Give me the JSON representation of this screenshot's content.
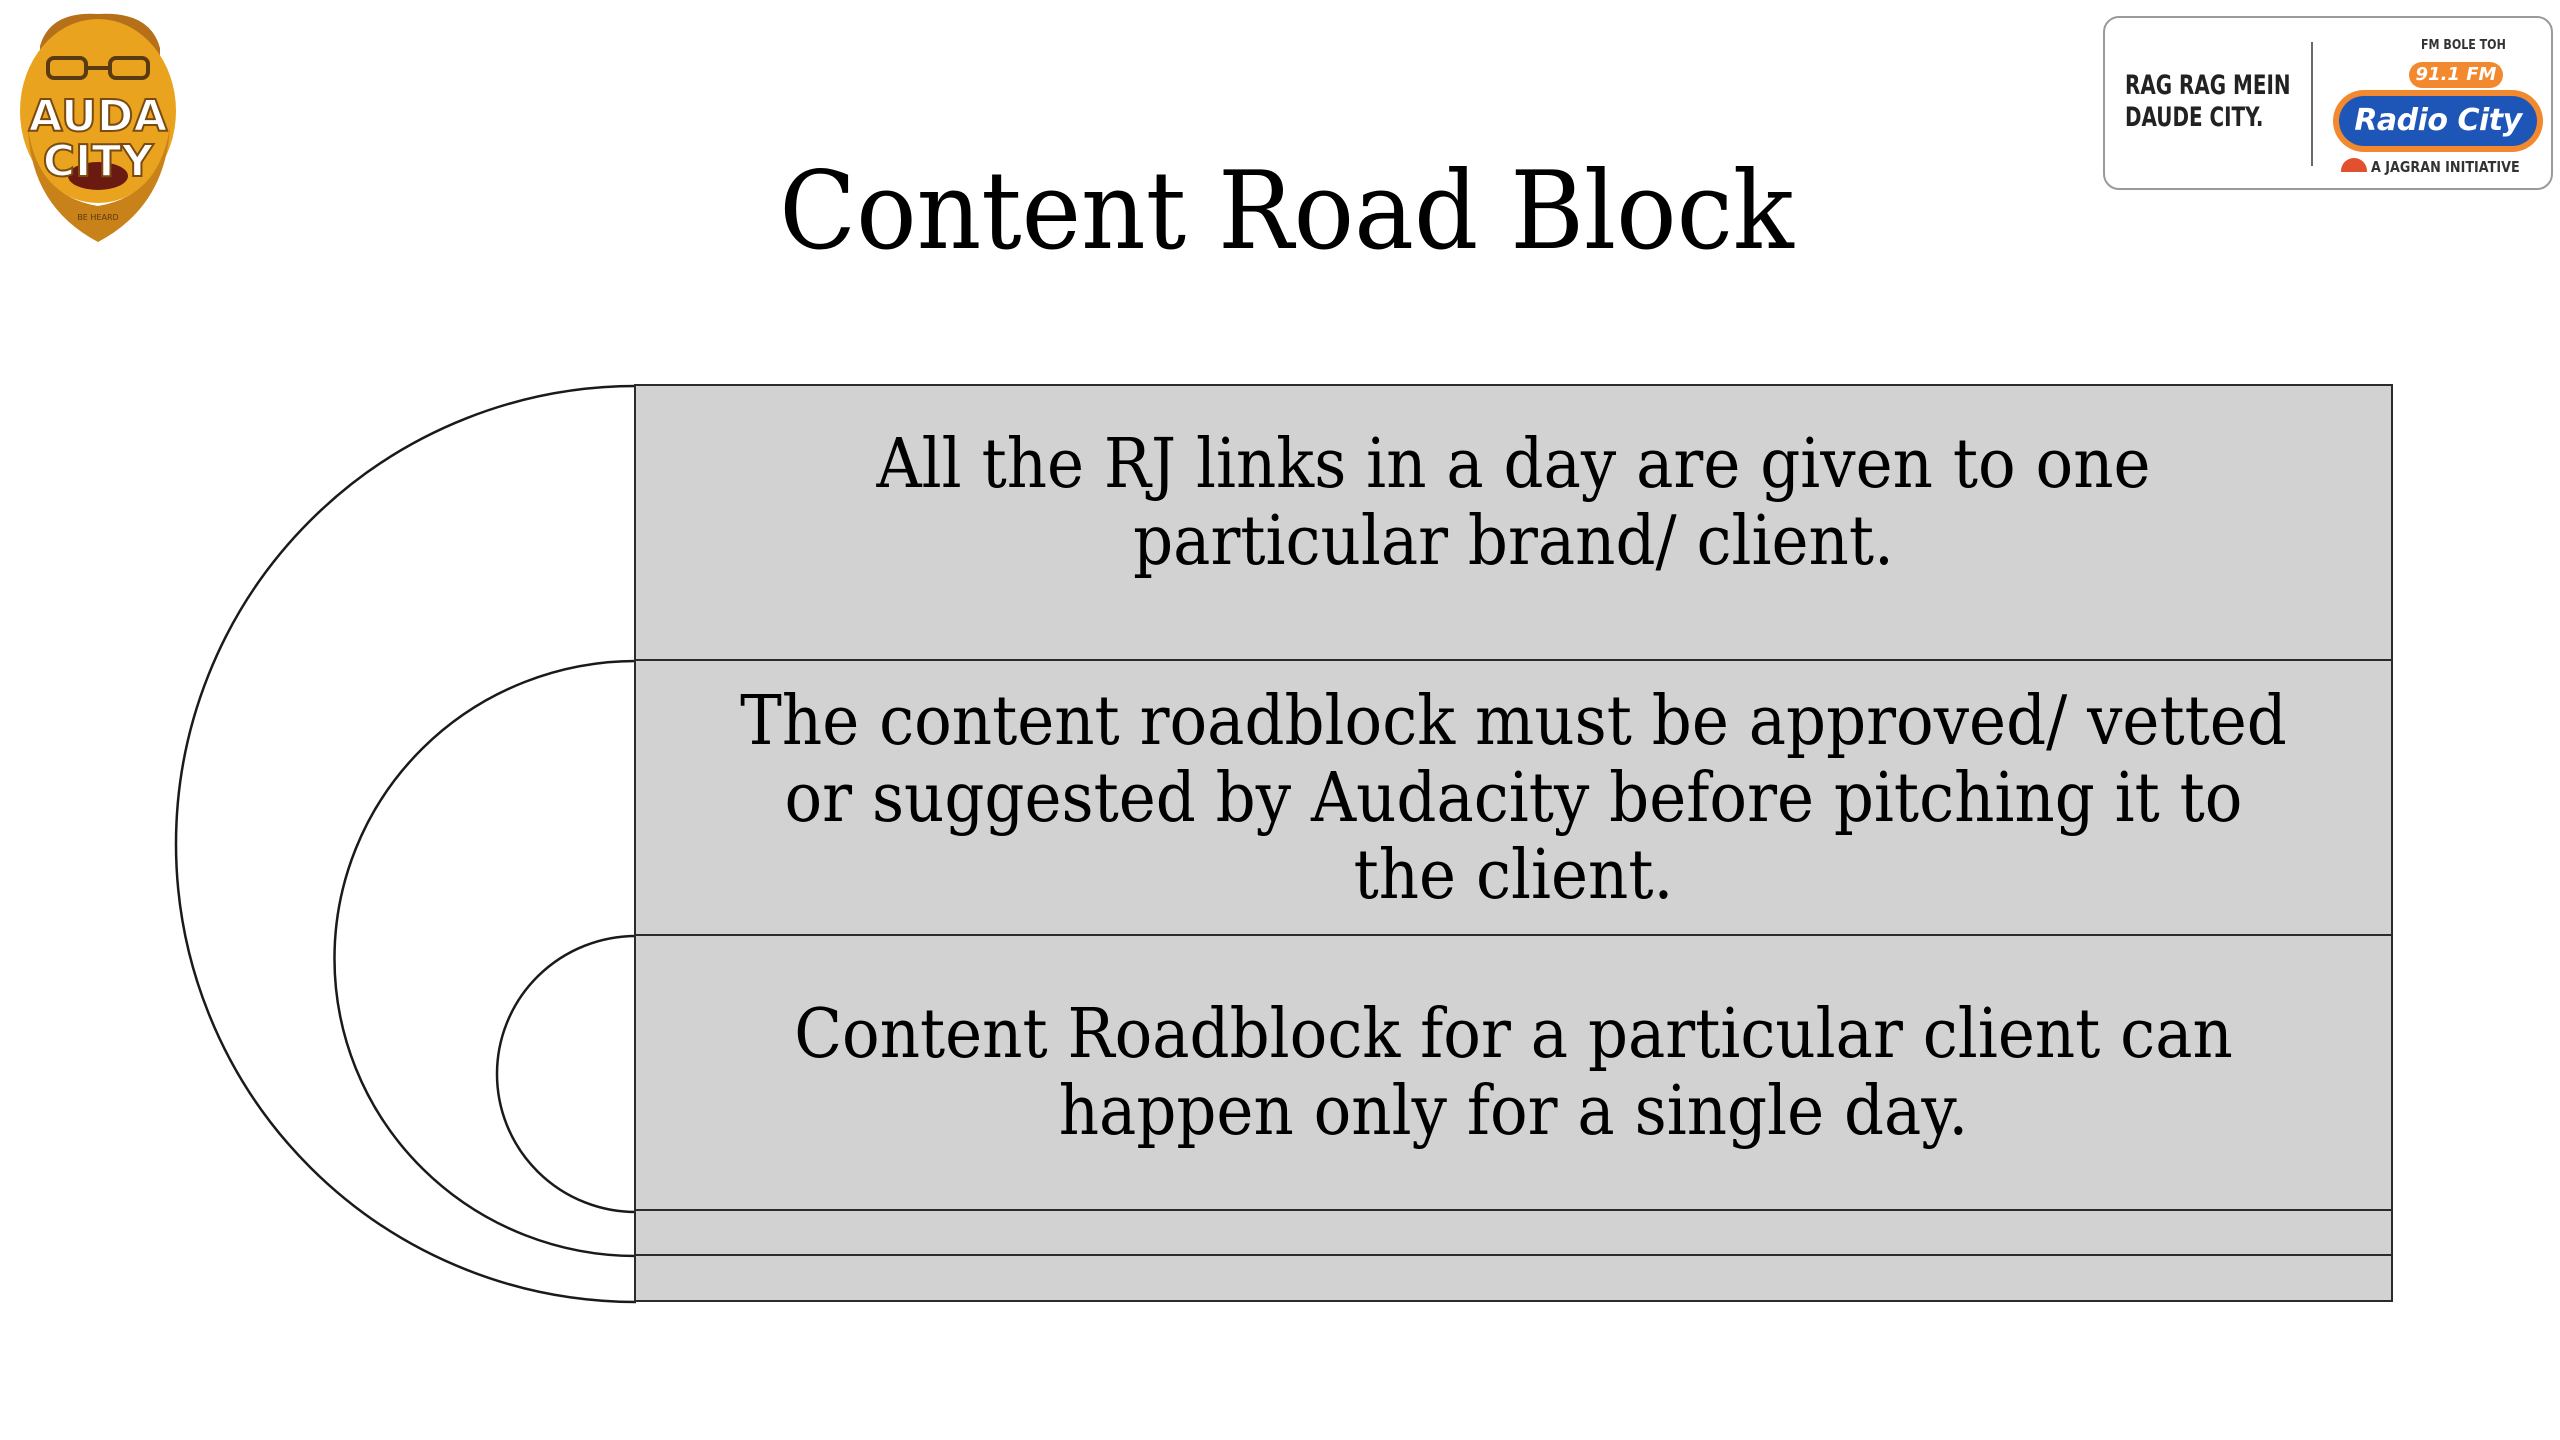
{
  "slide": {
    "title": "Content Road Block"
  },
  "logos": {
    "audacity": {
      "line1": "AUDA",
      "line2": "CITY",
      "small": "BE HEARD",
      "colors": {
        "face": "#e9a31e",
        "shade": "#b7701a",
        "text": "#ffffff"
      }
    },
    "radio_city": {
      "tagline_line1": "RAG RAG MEIN",
      "tagline_line2": "DAUDE CITY.",
      "top_text": "FM BOLE TOH",
      "frequency": "91.1 FM",
      "brand": "Radio City",
      "footer": "A JAGRAN INITIATIVE",
      "colors": {
        "orange": "#f2892f",
        "blue": "#1e56b8",
        "red": "#e2502f"
      }
    }
  },
  "points": [
    {
      "text": "All the RJ links in a day are given to one particular brand/ client."
    },
    {
      "text": "The content roadblock must be approved/ vetted or suggested by Audacity before pitching it to the client."
    },
    {
      "text": "Content Roadblock for a particular client can happen only for a single day."
    }
  ],
  "colors": {
    "box_fill": "#d2d2d2",
    "box_border": "#2b2b2b",
    "text": "#000000",
    "background": "#ffffff"
  }
}
